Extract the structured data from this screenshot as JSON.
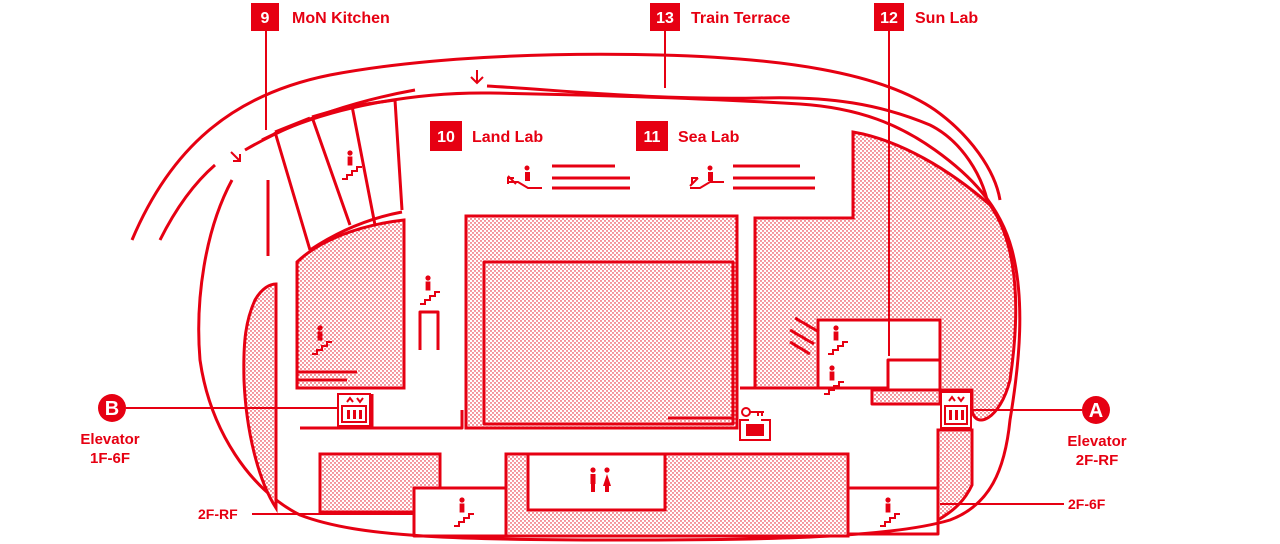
{
  "colors": {
    "accent": "#e60012",
    "background": "#ffffff"
  },
  "areas": [
    {
      "number": "9",
      "name": "MoN Kitchen"
    },
    {
      "number": "13",
      "name": "Train Terrace"
    },
    {
      "number": "12",
      "name": "Sun Lab"
    },
    {
      "number": "10",
      "name": "Land Lab"
    },
    {
      "number": "11",
      "name": "Sea Lab"
    }
  ],
  "elevators": [
    {
      "marker": "A",
      "title": "Elevator",
      "floors": "2F-RF"
    },
    {
      "marker": "B",
      "title": "Elevator",
      "floors": "1F-6F"
    }
  ],
  "stairs_labels": {
    "left": "2F-RF",
    "right": "2F-6F"
  },
  "icons": [
    "escalator-down-icon",
    "escalator-up-icon",
    "stairs-up-icon",
    "stairs-down-icon",
    "elevator-icon",
    "restroom-icon",
    "locker-icon",
    "key-icon",
    "entrance-arrow-icon"
  ]
}
